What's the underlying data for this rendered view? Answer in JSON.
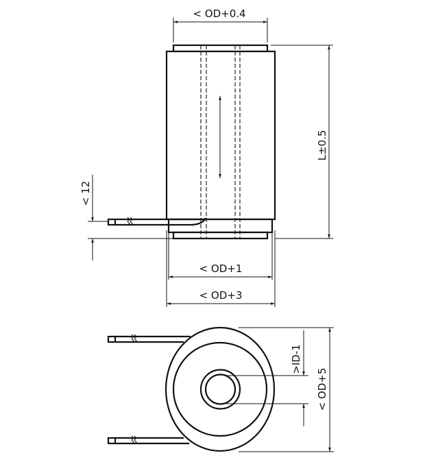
{
  "drawing": {
    "side_view": {
      "top_width_label": "< OD+0.4",
      "length_label": "L±0.5",
      "lead_offset_label": "< 12",
      "width_label_1": "< OD+1",
      "width_label_2": "< OD+3"
    },
    "end_view": {
      "inner_diameter_label": ">ID-1",
      "outer_diameter_label": "< OD+5"
    },
    "line_color": "#111111"
  }
}
